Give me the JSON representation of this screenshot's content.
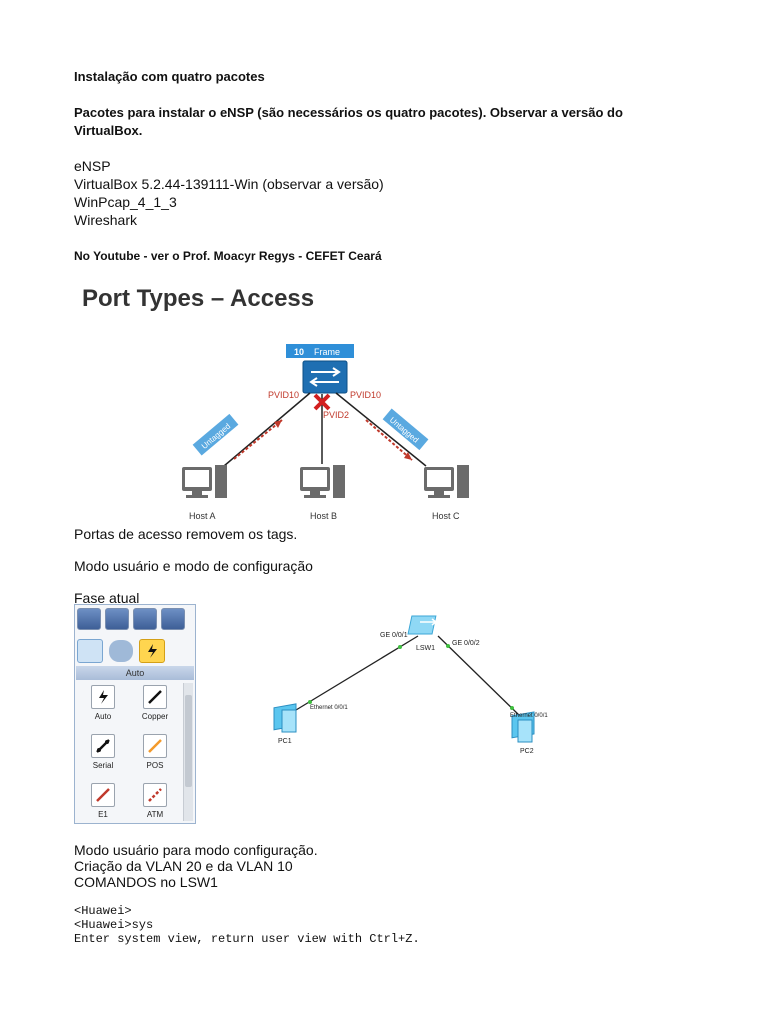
{
  "doc": {
    "heading": "Instalação com quatro pacotes",
    "packages_title_line1": "Pacotes para instalar o eNSP (são necessários os quatro pacotes). Observar a versão do",
    "packages_title_line2": "VirtualBox.",
    "packages": [
      "eNSP",
      "VirtualBox 5.2.44-139111-Win (observar a versão)",
      "WinPcap_4_1_3",
      "Wireshark"
    ],
    "youtube_note": "No Youtube - ver o Prof. Moacyr Regys - CEFET Ceará",
    "caption_access": "Portas de acesso removem os tags.",
    "mode_line": "Modo usuário e modo de configuração",
    "phase_label": "Fase atual",
    "after_lines": [
      "Modo usuário para modo configuração.",
      "Criação da VLAN 20 e da VLAN 10",
      "COMANDOS no LSW1"
    ],
    "console": [
      "<Huawei>",
      "<Huawei>sys",
      "Enter system view, return user view with Ctrl+Z."
    ]
  },
  "figure_access": {
    "title": "Port Types – Access",
    "frame_vlan": "10",
    "frame_label": "Frame",
    "pvid_left": "PVID10",
    "pvid_mid": "PVID2",
    "pvid_right": "PVID10",
    "untagged_left": "Untagged",
    "untagged_right": "Untagged",
    "hosts": [
      "Host A",
      "Host B",
      "Host C"
    ],
    "colors": {
      "switch": "#1f6fb2",
      "frame_box": "#2f8fd8",
      "arrow": "#c0392b",
      "badge": "#5aa9e0"
    }
  },
  "palette": {
    "auto_label": "Auto",
    "items": [
      "Auto",
      "Copper",
      "Serial",
      "POS",
      "E1",
      "ATM"
    ]
  },
  "topology": {
    "switch_label": "LSW1",
    "port_left": "GE 0/0/1",
    "port_right": "GE 0/0/2",
    "pc1_label": "PC1",
    "pc1_port": "Ethernet 0/0/1",
    "pc2_label": "PC2",
    "pc2_port": "Ethernet 0/0/1",
    "colors": {
      "device": "#5bc6ef",
      "link": "#222222",
      "port_dot": "#3fbf3f"
    }
  }
}
